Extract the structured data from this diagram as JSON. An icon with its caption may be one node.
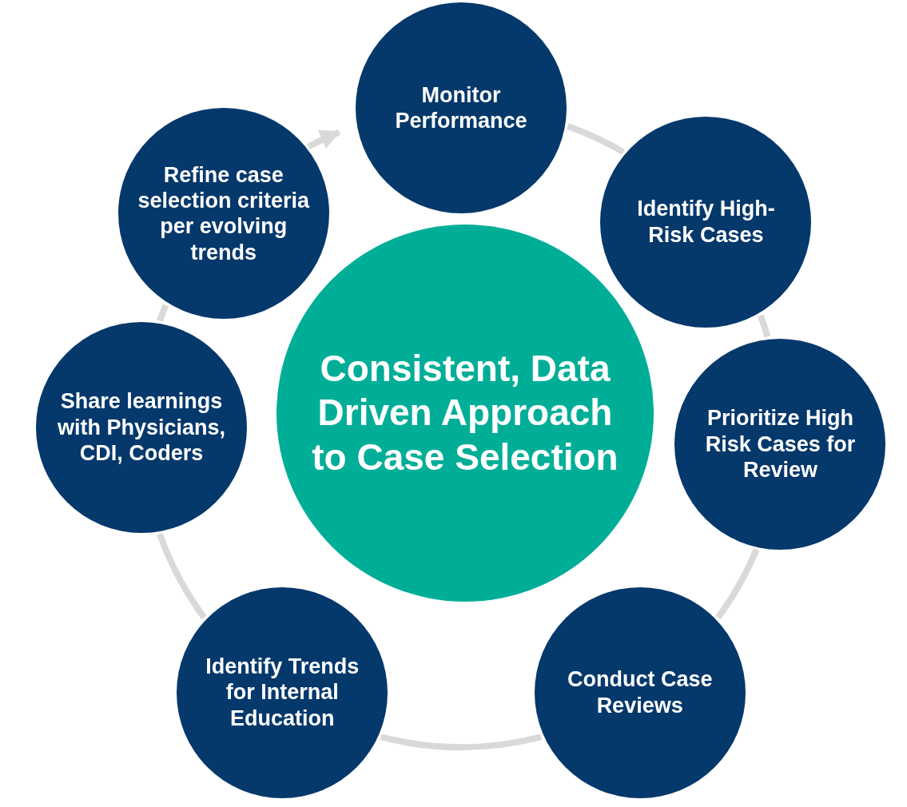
{
  "diagram": {
    "nodes": [
      {
        "text": [
          "Consistent, Data Driven Approach to Case Selection"
        ]
      },
      {
        "text": [
          "Monitor Performance"
        ]
      },
      {
        "text": [
          "Identify High-Risk Cases"
        ]
      },
      {
        "text": [
          "Prioritize High Risk Cases for Review"
        ]
      },
      {
        "text": [
          "Conduct Case Reviews"
        ]
      },
      {
        "text": [
          "Identify Trends for Internal Education"
        ]
      },
      {
        "text": [
          "Share learnings with Physicians, CDI, Coders"
        ]
      },
      {
        "text": [
          "Refine case selection criteria per evolving trends"
        ]
      }
    ],
    "edges": [
      {
        "from": 1,
        "to": 2,
        "arrow": "none"
      },
      {
        "from": 2,
        "to": 3,
        "arrow": "none"
      },
      {
        "from": 3,
        "to": 4,
        "arrow": "none"
      },
      {
        "from": 4,
        "to": 5,
        "arrow": "none"
      },
      {
        "from": 5,
        "to": 6,
        "arrow": "none"
      },
      {
        "from": 6,
        "to": 7,
        "arrow": "none"
      },
      {
        "from": 7,
        "to": 1,
        "arrow": "to"
      }
    ]
  }
}
